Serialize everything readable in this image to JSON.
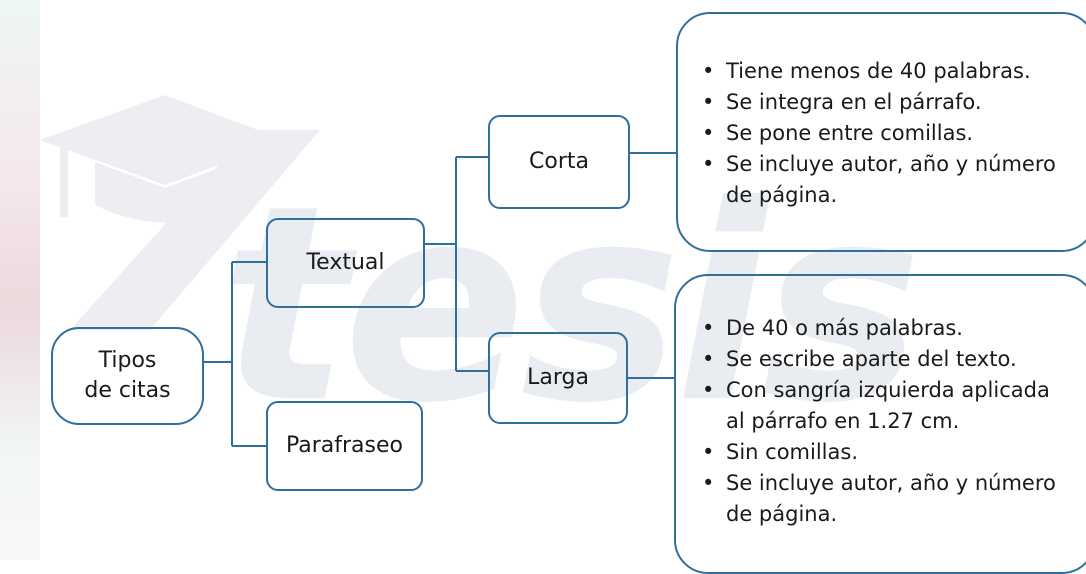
{
  "root": {
    "label_line1": "Tipos",
    "label_line2": "de citas"
  },
  "branches": {
    "textual": "Textual",
    "parafraseo": "Parafraseo"
  },
  "textual_types": {
    "corta": "Corta",
    "larga": "Larga"
  },
  "corta_details": [
    "Tiene menos de 40 palabras.",
    "Se integra en el párrafo.",
    "Se pone entre comillas.",
    "Se incluye autor, año y número de página."
  ],
  "larga_details": [
    "De 40 o más palabras.",
    "Se escribe aparte del texto.",
    "Con sangría izquierda aplicada al párrafo en 1.27 cm.",
    "Sin comillas.",
    "Se incluye autor, año y número de página."
  ],
  "watermark": "tesis",
  "colors": {
    "line": "#2f6f9f",
    "watermark": "#e9ecf1"
  },
  "icons": {
    "watermark_logo": "graduation-cap-icon"
  }
}
